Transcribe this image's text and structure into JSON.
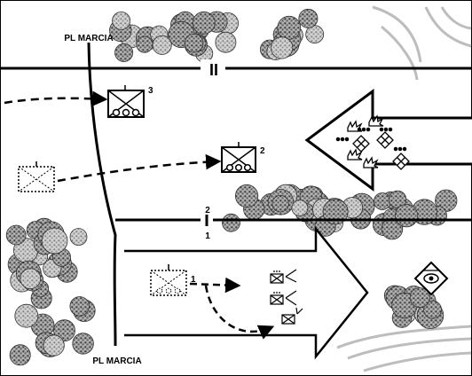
{
  "phase_line": {
    "label_top": "PL MARCIA",
    "label_bottom": "PL MARCIA"
  },
  "boundaries": {
    "upper_marker": "II",
    "lower_marker_top": "2",
    "lower_marker_bottom": "1"
  },
  "units": {
    "u3_label": "3",
    "u2_label": "2",
    "u1_label": "1"
  },
  "colors": {
    "line": "#000000",
    "tree_fill": "#8a8a8a",
    "tree_fill_light": "#b8b8b8",
    "terrain_contour": "#bdbdbd"
  }
}
